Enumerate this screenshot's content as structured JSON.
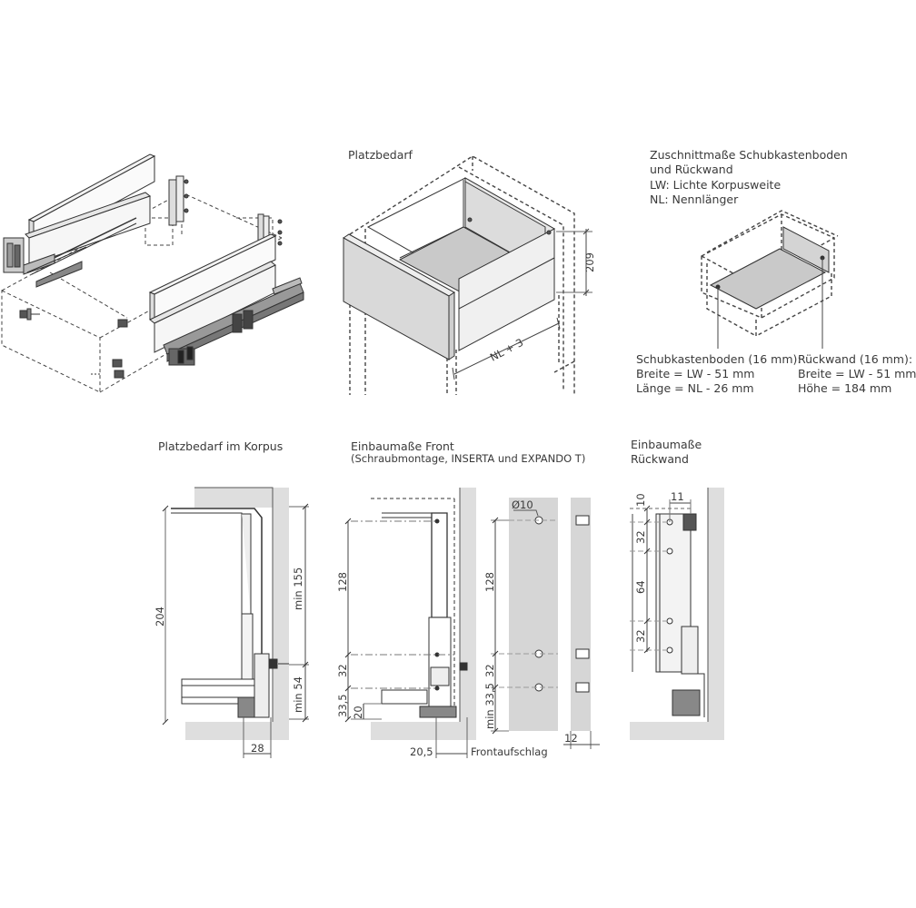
{
  "titles": {
    "platzbedarf": "Platzbedarf",
    "zuschnitt_l1": "Zuschnittmaße Schubkastenboden",
    "zuschnitt_l2": "und Rückwand",
    "lw_def": "LW: Lichte Korpusweite",
    "nl_def": "NL: Nennlänger",
    "korpus": "Platzbedarf im Korpus",
    "front": "Einbaumaße Front",
    "front_sub": "(Schraubmontage, INSERTA und EXPANDO T)",
    "rueck_l1": "Einbaumaße",
    "rueck_l2": "Rückwand"
  },
  "boden": {
    "title": "Schubkastenboden (16 mm):",
    "breite": "Breite = LW - 51 mm",
    "laenge": "Länge = NL - 26 mm"
  },
  "rueckwand": {
    "title": "Rückwand (16 mm):",
    "breite": "Breite = LW - 51 mm",
    "hoehe": "Höhe = 184 mm"
  },
  "dims": {
    "d209": "209",
    "nl3": "NL + 3",
    "d204": "204",
    "min155": "min 155",
    "min54": "min 54",
    "d28": "28",
    "d128a": "128",
    "d32a": "32",
    "d33_5": "33,5",
    "d20": "20",
    "d20_5": "20,5",
    "frontaufschlag": "Frontaufschlag",
    "phi10": "Ø10",
    "d128b": "128",
    "d32b": "32",
    "min33_5": "min 33,5",
    "d12": "12",
    "d10": "10",
    "d11": "11",
    "d32c": "32",
    "d64": "64",
    "d32d": "32"
  }
}
